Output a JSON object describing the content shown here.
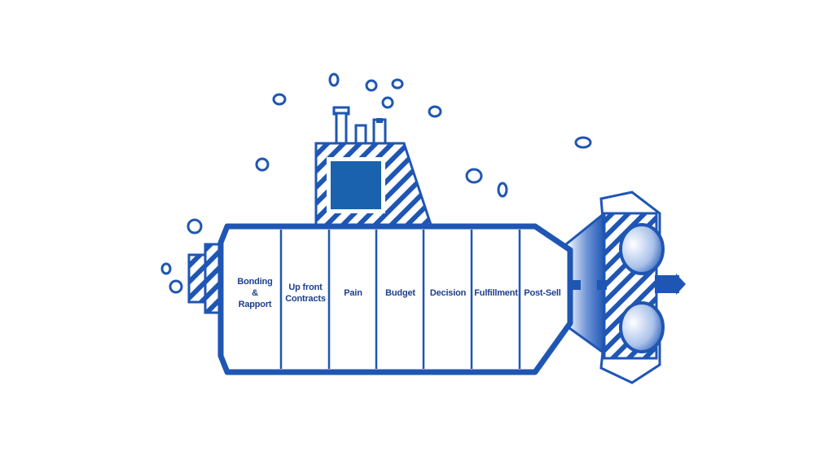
{
  "diagram": {
    "stages": [
      {
        "label": "Bonding\n&\nRapport"
      },
      {
        "label": "Up front\nContracts"
      },
      {
        "label": "Pain"
      },
      {
        "label": "Budget"
      },
      {
        "label": "Decision"
      },
      {
        "label": "Fulfillment"
      },
      {
        "label": "Post-Sell"
      }
    ]
  },
  "colors": {
    "hull_stroke": "#1f56b3",
    "hull_fill": "#ffffff",
    "window_fill": "#1a62ad",
    "stripe": "#1f56b3",
    "bubble": "#1f56b3",
    "label_text": "#1d3f8f"
  }
}
